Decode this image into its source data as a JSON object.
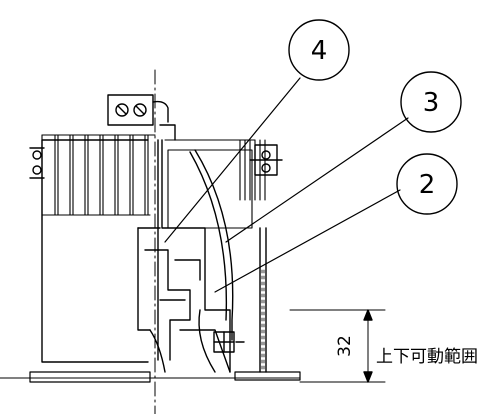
{
  "callouts": [
    {
      "number": "4"
    },
    {
      "number": "3"
    },
    {
      "number": "2"
    }
  ],
  "dimension": {
    "value": "32",
    "label": "上下可動範囲"
  }
}
